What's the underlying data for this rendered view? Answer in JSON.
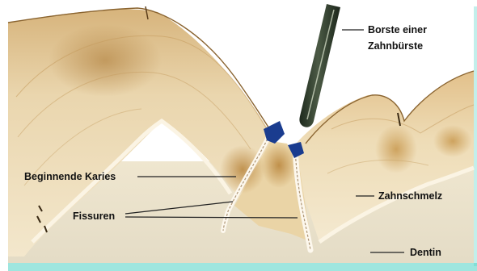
{
  "labels": {
    "bristle": [
      "Borste einer",
      "Zahnbürste"
    ],
    "early_caries": "Beginnende Karies",
    "fissures": "Fissuren",
    "enamel": "Zahnschmelz",
    "dentin": "Dentin"
  },
  "colors": {
    "enamel": "#f1e4c8",
    "enamel_stain": "#b07a2e",
    "dentin": "#ebe3cf",
    "bristle": "#2f3b2c",
    "caries_blue": "#1a3c8f",
    "frame_accent": "#4fd1c5"
  }
}
